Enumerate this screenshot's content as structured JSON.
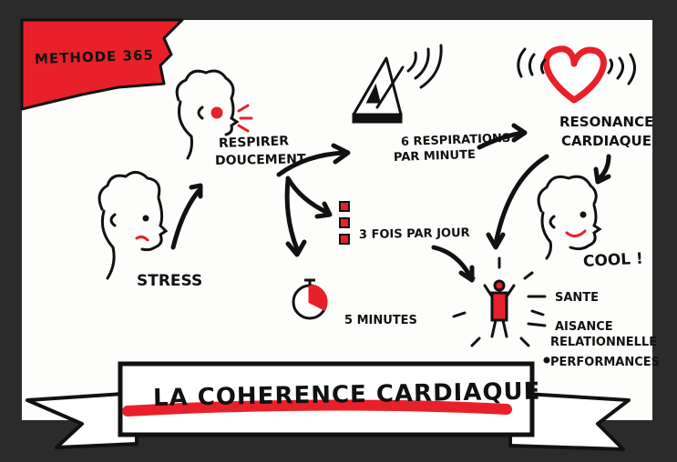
{
  "corner_badge": "METHODE 365",
  "title": "LA COHERENCE CARDIAQUE",
  "steps": {
    "stress": "STRESS",
    "breathe_line1": "RESPIRER",
    "breathe_line2": "DOUCEMENT",
    "rate_line1": "6 RESPIRATIONS",
    "rate_line2": "PAR MINUTE",
    "frequency": "3 FOIS PAR JOUR",
    "duration": "5 MINUTES",
    "resonance_line1": "RESONANCE",
    "resonance_line2": "CARDIAQUE",
    "cool": "COOL !"
  },
  "benefits": [
    "SANTE",
    "AISANCE",
    "RELATIONNELLE",
    "PERFORMANCES"
  ],
  "colors": {
    "red": "#e8202a",
    "ink": "#111111",
    "frame": "#2b2b2b"
  },
  "icons": [
    "stressed-person-icon",
    "breathing-person-icon",
    "metronome-icon",
    "heart-icon",
    "timer-icon",
    "calendar-dots-icon",
    "happy-person-icon",
    "energized-person-icon"
  ]
}
